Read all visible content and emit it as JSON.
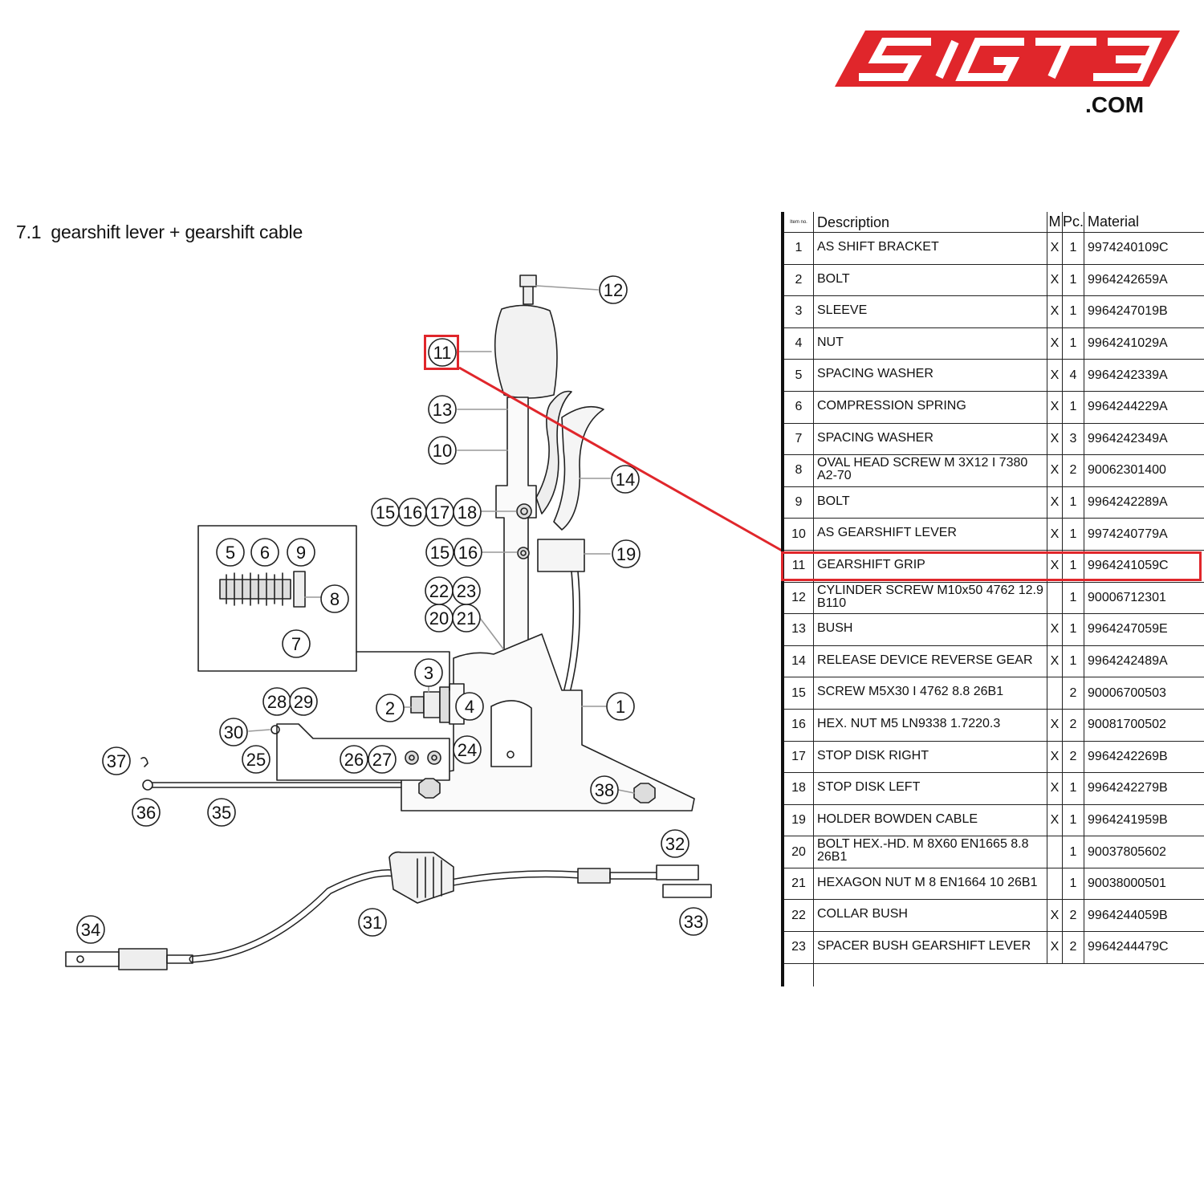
{
  "logo": {
    "text": "SIGT3",
    "suffix": ".COM",
    "color": "#e0262b"
  },
  "section": {
    "number": "7.1",
    "title": "gearshift lever + gearshift cable"
  },
  "table": {
    "headers": {
      "item": "Item no.",
      "description": "Description",
      "m": "M",
      "pc": "Pc.",
      "material": "Material"
    },
    "rows": [
      {
        "item": "1",
        "description": "AS SHIFT BRACKET",
        "m": "X",
        "pc": "1",
        "material": "9974240109C"
      },
      {
        "item": "2",
        "description": "BOLT",
        "m": "X",
        "pc": "1",
        "material": "9964242659A"
      },
      {
        "item": "3",
        "description": "SLEEVE",
        "m": "X",
        "pc": "1",
        "material": "9964247019B"
      },
      {
        "item": "4",
        "description": "NUT",
        "m": "X",
        "pc": "1",
        "material": "9964241029A"
      },
      {
        "item": "5",
        "description": "SPACING WASHER",
        "m": "X",
        "pc": "4",
        "material": "9964242339A"
      },
      {
        "item": "6",
        "description": "COMPRESSION SPRING",
        "m": "X",
        "pc": "1",
        "material": "9964244229A"
      },
      {
        "item": "7",
        "description": "SPACING WASHER",
        "m": "X",
        "pc": "3",
        "material": "9964242349A"
      },
      {
        "item": "8",
        "description": "OVAL HEAD SCREW M 3X12 I 7380 A2-70",
        "m": "X",
        "pc": "2",
        "material": "90062301400"
      },
      {
        "item": "9",
        "description": "BOLT",
        "m": "X",
        "pc": "1",
        "material": "9964242289A"
      },
      {
        "item": "10",
        "description": "AS GEARSHIFT LEVER",
        "m": "X",
        "pc": "1",
        "material": "9974240779A"
      },
      {
        "item": "11",
        "description": "GEARSHIFT GRIP",
        "m": "X",
        "pc": "1",
        "material": "9964241059C"
      },
      {
        "item": "12",
        "description": "CYLINDER SCREW M10x50 4762 12.9 B110",
        "m": "",
        "pc": "1",
        "material": "90006712301"
      },
      {
        "item": "13",
        "description": "BUSH",
        "m": "X",
        "pc": "1",
        "material": "9964247059E"
      },
      {
        "item": "14",
        "description": "RELEASE DEVICE REVERSE GEAR",
        "m": "X",
        "pc": "1",
        "material": "9964242489A"
      },
      {
        "item": "15",
        "description": "SCREW M5X30 I 4762 8.8 26B1",
        "m": "",
        "pc": "2",
        "material": "90006700503"
      },
      {
        "item": "16",
        "description": "HEX. NUT M5 LN9338 1.7220.3",
        "m": "X",
        "pc": "2",
        "material": "90081700502"
      },
      {
        "item": "17",
        "description": "STOP DISK RIGHT",
        "m": "X",
        "pc": "2",
        "material": "9964242269B"
      },
      {
        "item": "18",
        "description": "STOP DISK LEFT",
        "m": "X",
        "pc": "1",
        "material": "9964242279B"
      },
      {
        "item": "19",
        "description": "HOLDER BOWDEN CABLE",
        "m": "X",
        "pc": "1",
        "material": "9964241959B"
      },
      {
        "item": "20",
        "description": "BOLT HEX.-HD. M 8X60 EN1665 8.8 26B1",
        "m": "",
        "pc": "1",
        "material": "90037805602"
      },
      {
        "item": "21",
        "description": "HEXAGON NUT M 8 EN1664 10 26B1",
        "m": "",
        "pc": "1",
        "material": "90038000501"
      },
      {
        "item": "22",
        "description": "COLLAR BUSH",
        "m": "X",
        "pc": "2",
        "material": "9964244059B"
      },
      {
        "item": "23",
        "description": "SPACER BUSH GEARSHIFT LEVER",
        "m": "X",
        "pc": "2",
        "material": "9964244479C"
      }
    ]
  },
  "highlight": {
    "item": "11",
    "color": "#e0262b"
  },
  "callouts": [
    "1",
    "2",
    "3",
    "4",
    "5",
    "6",
    "7",
    "8",
    "9",
    "10",
    "11",
    "12",
    "13",
    "14",
    "15",
    "16",
    "17",
    "18",
    "15",
    "16",
    "19",
    "20",
    "21",
    "22",
    "23",
    "24",
    "25",
    "26",
    "27",
    "28",
    "29",
    "30",
    "31",
    "32",
    "33",
    "34",
    "35",
    "36",
    "37",
    "38"
  ]
}
